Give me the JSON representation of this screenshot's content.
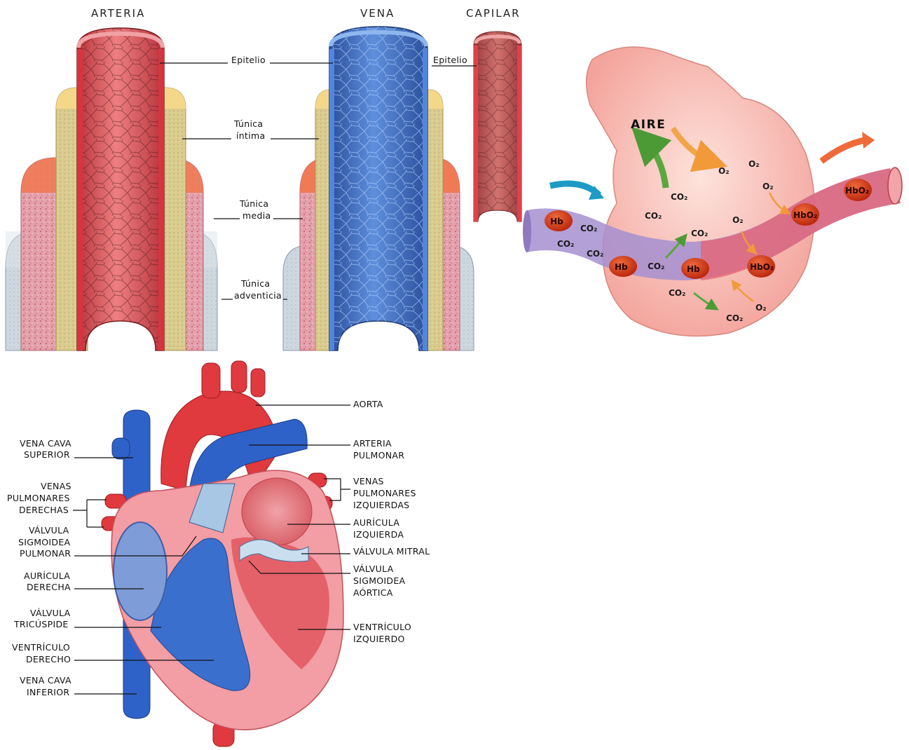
{
  "vessels": {
    "artery_title": "ARTERIA",
    "vein_title": "VENA",
    "capillary_title": "CAPILAR",
    "labels": {
      "epitelio": "Epitelio",
      "tunica_intima_1": "Túnica",
      "tunica_intima_2": "íntima",
      "tunica_media_1": "Túnica",
      "tunica_media_2": "media",
      "tunica_adventicia_1": "Túnica",
      "tunica_adventicia_2": "adventicia",
      "capillary_epitelio": "Epitelio"
    }
  },
  "alveolus": {
    "aire": "AIRE",
    "gases": {
      "o2": "O₂",
      "co2": "CO₂",
      "hb": "Hb",
      "hbo2": "HbO₂"
    }
  },
  "heart": {
    "labels": {
      "aorta": "AORTA",
      "arteria_pulmonar_1": "ARTERIA",
      "arteria_pulmonar_2": "PULMONAR",
      "vpi_1": "VENAS",
      "vpi_2": "PULMONARES",
      "vpi_3": "IZQUIERDAS",
      "auricula_izq_1": "AURÍCULA",
      "auricula_izq_2": "IZQUIERDA",
      "valvula_mitral": "VÁLVULA MITRAL",
      "vsa_1": "VÁLVULA",
      "vsa_2": "SIGMOIDEA",
      "vsa_3": "AÓRTICA",
      "ventriculo_izq_1": "VENTRÍCULO",
      "ventriculo_izq_2": "IZQUIERDO",
      "vcs_1": "VENA CAVA",
      "vcs_2": "SUPERIOR",
      "vpd_1": "VENAS",
      "vpd_2": "PULMONARES",
      "vpd_3": "DERECHAS",
      "vsp_1": "VÁLVULA",
      "vsp_2": "SIGMOIDEA",
      "vsp_3": "PULMONAR",
      "auricula_der_1": "AURÍCULA",
      "auricula_der_2": "DERECHA",
      "tricuspide_1": "VÁLVULA",
      "tricuspide_2": "TRICÚSPIDE",
      "ventriculo_der_1": "VENTRÍCULO",
      "ventriculo_der_2": "DERECHO",
      "vci_1": "VENA CAVA",
      "vci_2": "INFERIOR"
    }
  },
  "colors": {
    "arterial_red": "#e0525a",
    "venous_blue": "#3d6fc4",
    "intima_tan": "#d8c98c",
    "media_pink": "#e79aa4",
    "adventicia_grey": "#cfd8e0",
    "alveolus_pink": "#f8b3ac",
    "deoxy_purple": "#9a86c9",
    "blood_cell": "#d4320f"
  }
}
